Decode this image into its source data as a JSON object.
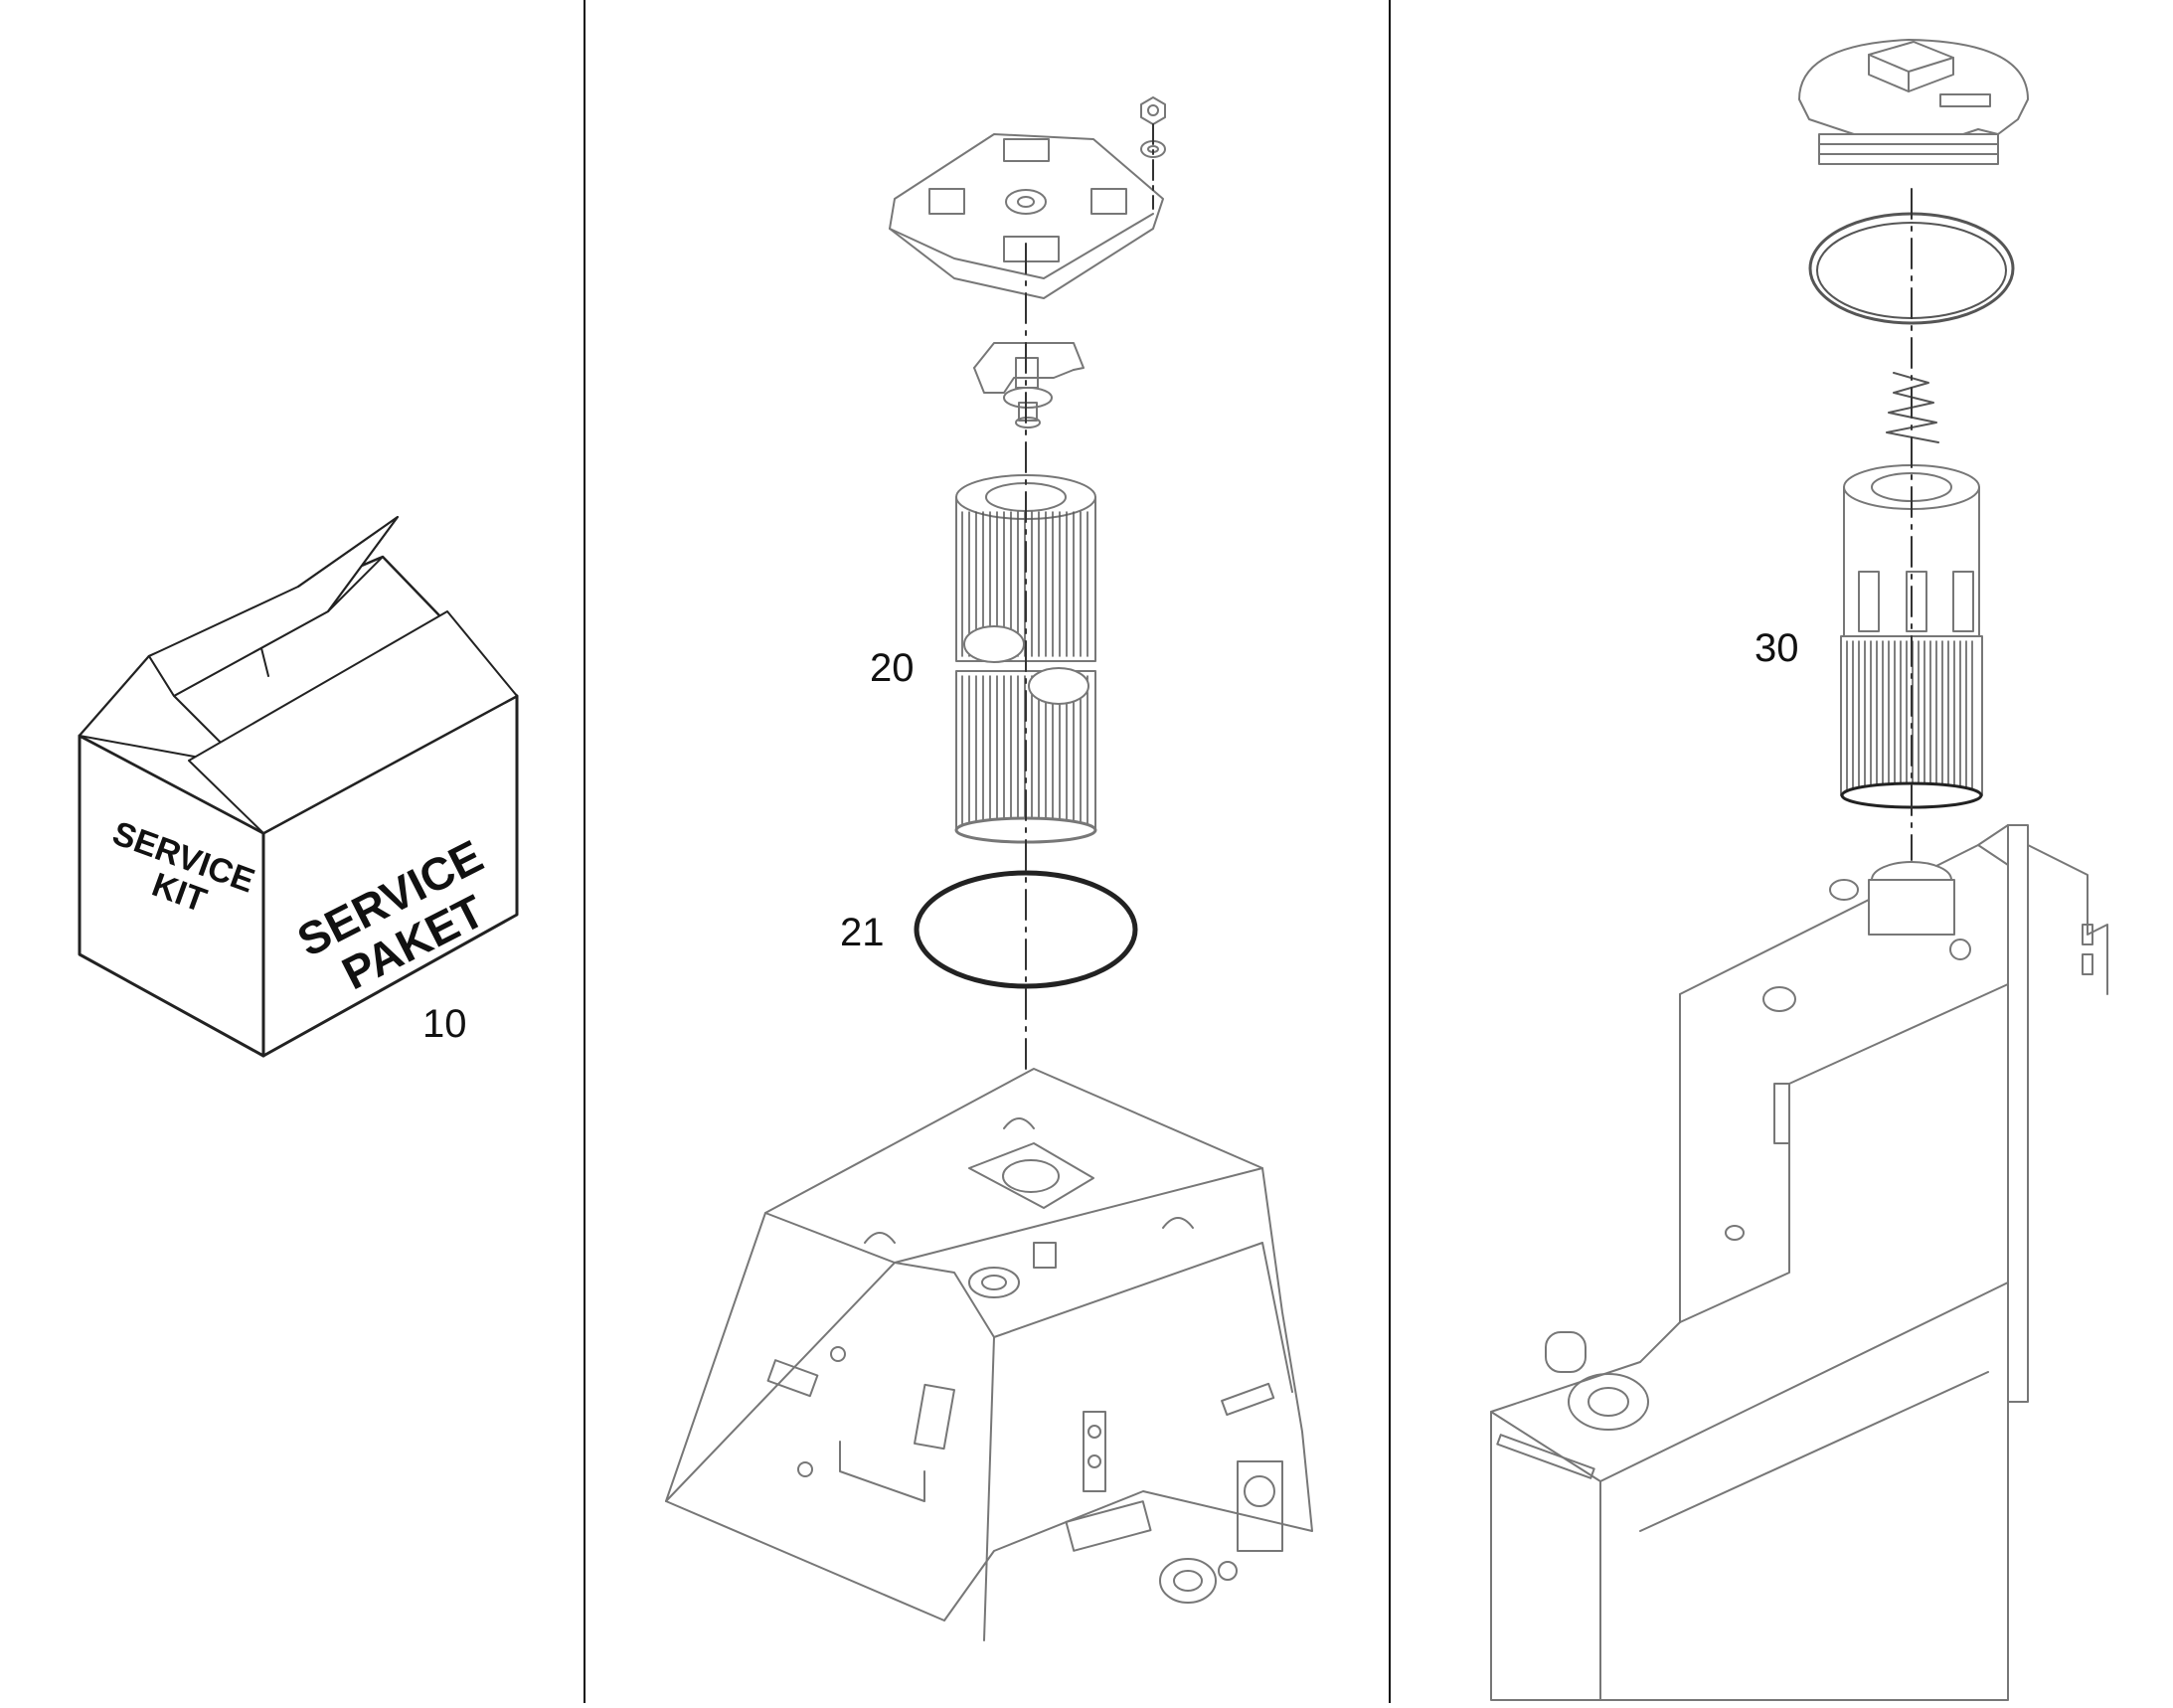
{
  "box_labels": {
    "left_line1": "SERVICE",
    "left_line2": "KIT",
    "right_line1": "SERVICE",
    "right_line2": "PAKET"
  },
  "callouts": {
    "service_kit": "10",
    "oil_filter": "20",
    "o_ring": "21",
    "hydraulic_filter": "30"
  }
}
